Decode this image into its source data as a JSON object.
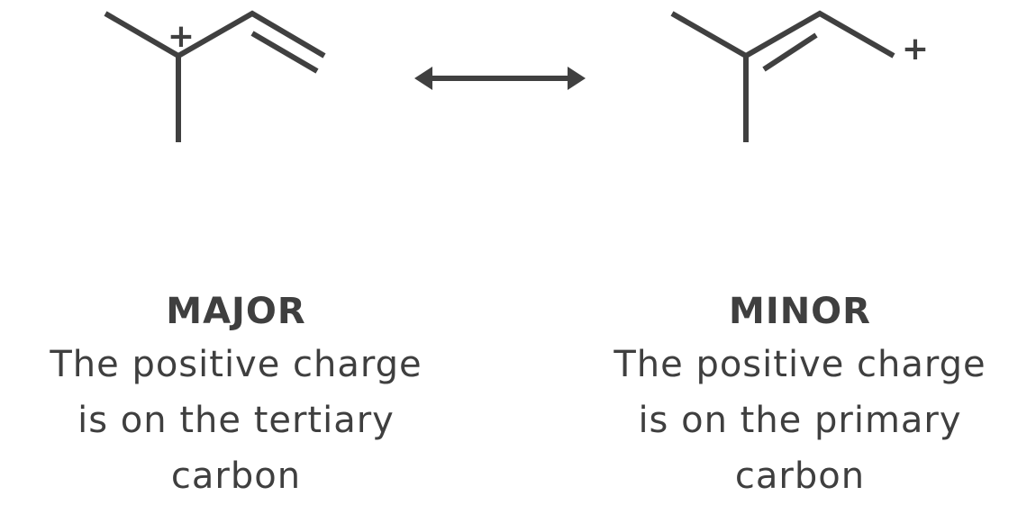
{
  "colors": {
    "ink": "#404040",
    "background": "#ffffff"
  },
  "left": {
    "charge": "+",
    "title": "MAJOR",
    "lines": [
      "The positive charge",
      "is on the tertiary",
      "carbon"
    ]
  },
  "right": {
    "charge": "+",
    "title": "MINOR",
    "lines": [
      "The positive charge",
      "is on the primary",
      "carbon"
    ]
  }
}
